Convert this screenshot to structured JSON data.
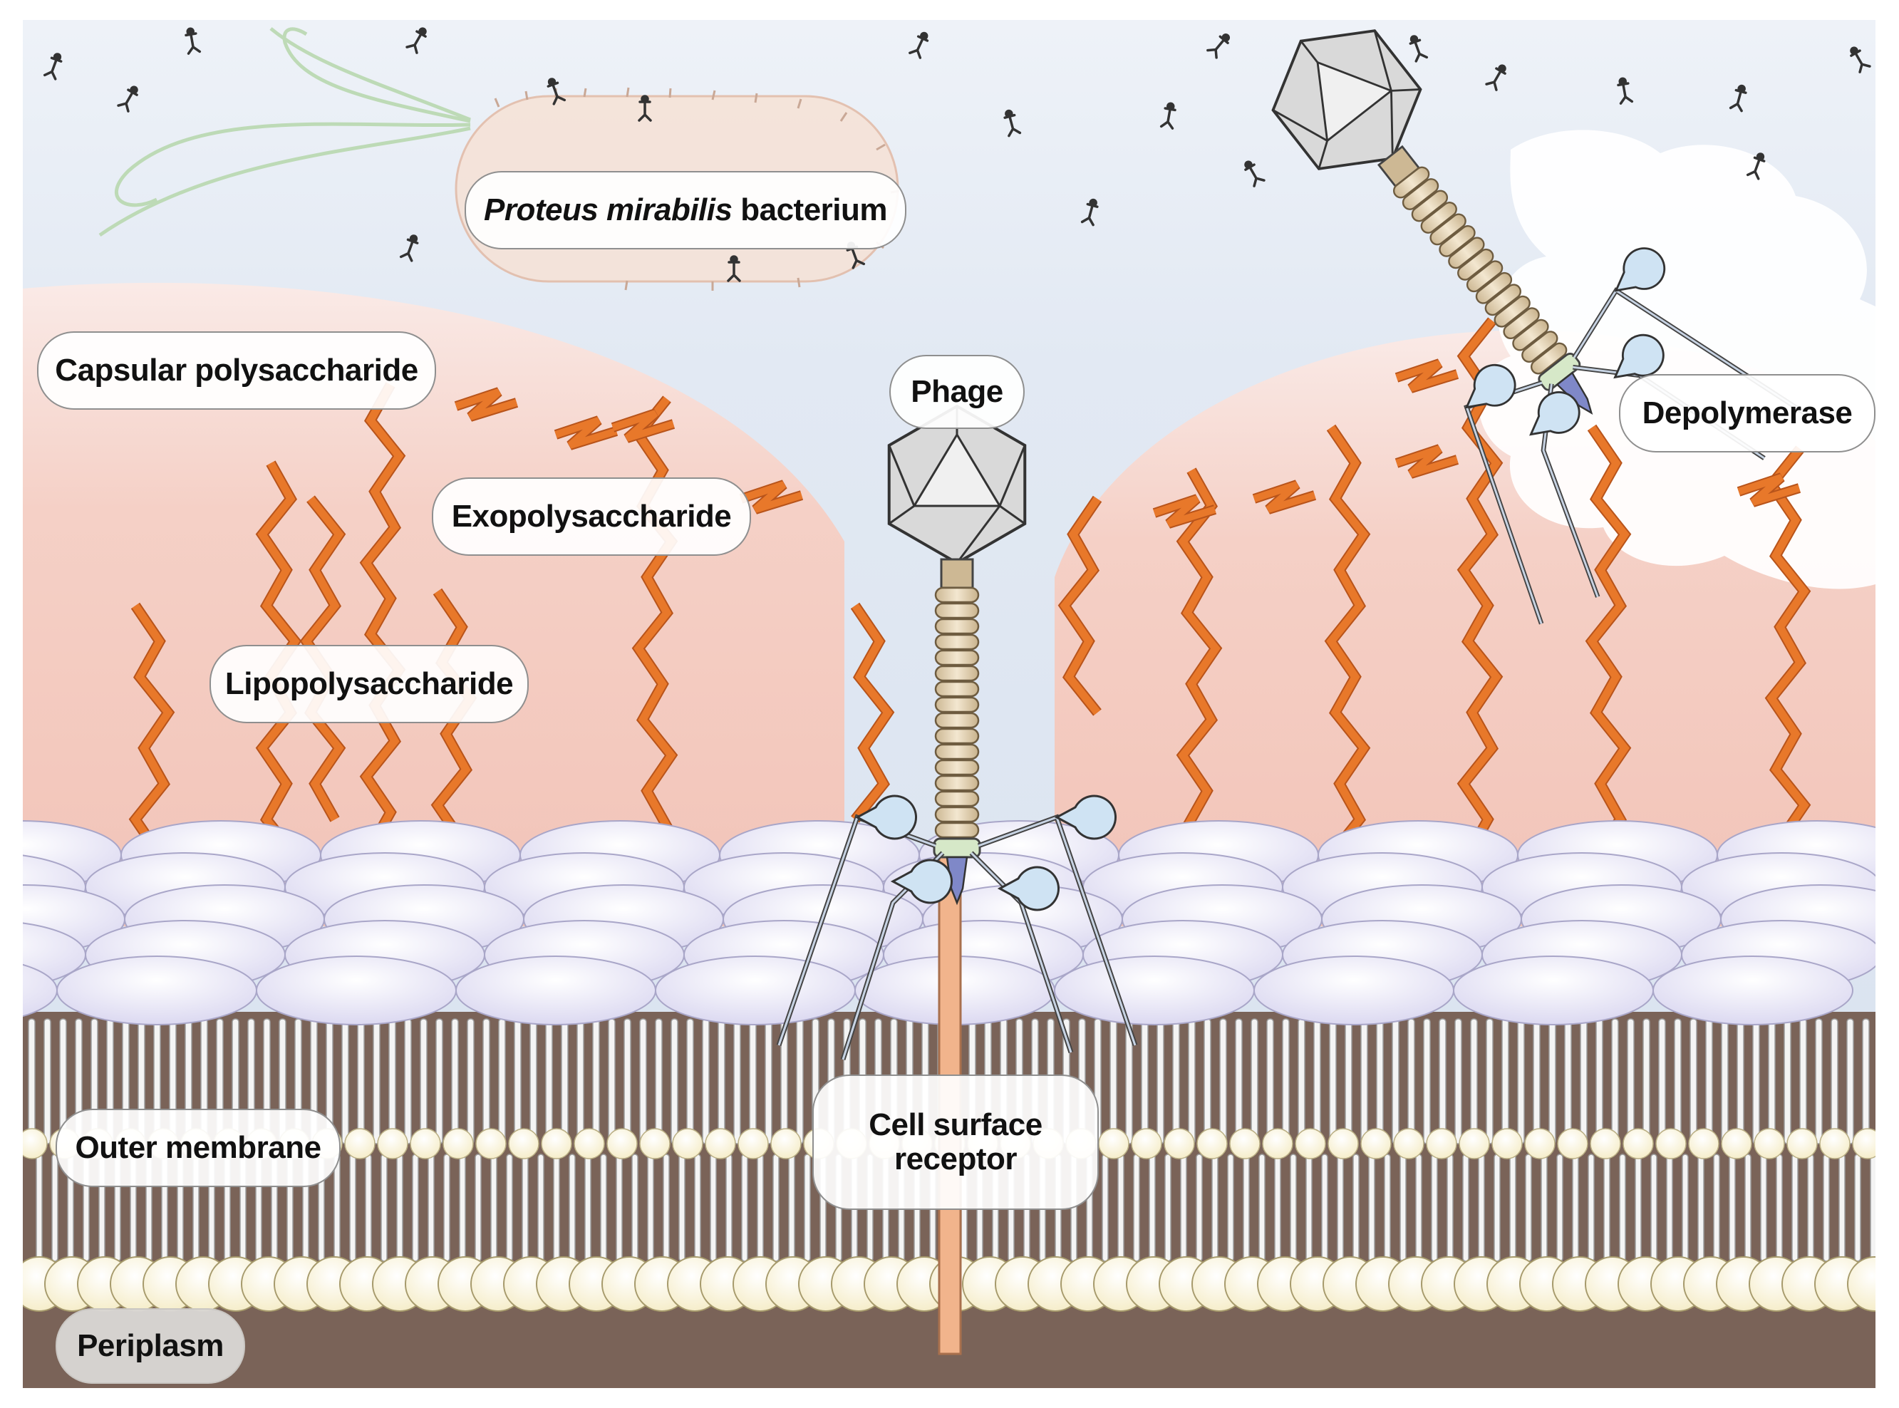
{
  "labels": {
    "bacterium_species": "Proteus mirabilis",
    "bacterium_suffix": "bacterium",
    "capsular": "Capsular polysaccharide",
    "exopolysaccharide": "Exopolysaccharide",
    "lipopolysaccharide": "Lipopolysaccharide",
    "phage": "Phage",
    "depolymerase": "Depolymerase",
    "receptor_line1": "Cell surface",
    "receptor_line2": "receptor",
    "outer_membrane": "Outer membrane",
    "periplasm": "Periplasm"
  },
  "colors": {
    "polysaccharide": "#e8782a",
    "membrane_head": "#ece9f8",
    "lipid_head": "#fcf6dc",
    "periplasm": "#7a6358",
    "phage_capsid": "#d9d9d9",
    "phage_tail": "#e8d6b8",
    "receptor": "#f1b48c",
    "tail_fiber_tip": "#cfe3f3"
  }
}
